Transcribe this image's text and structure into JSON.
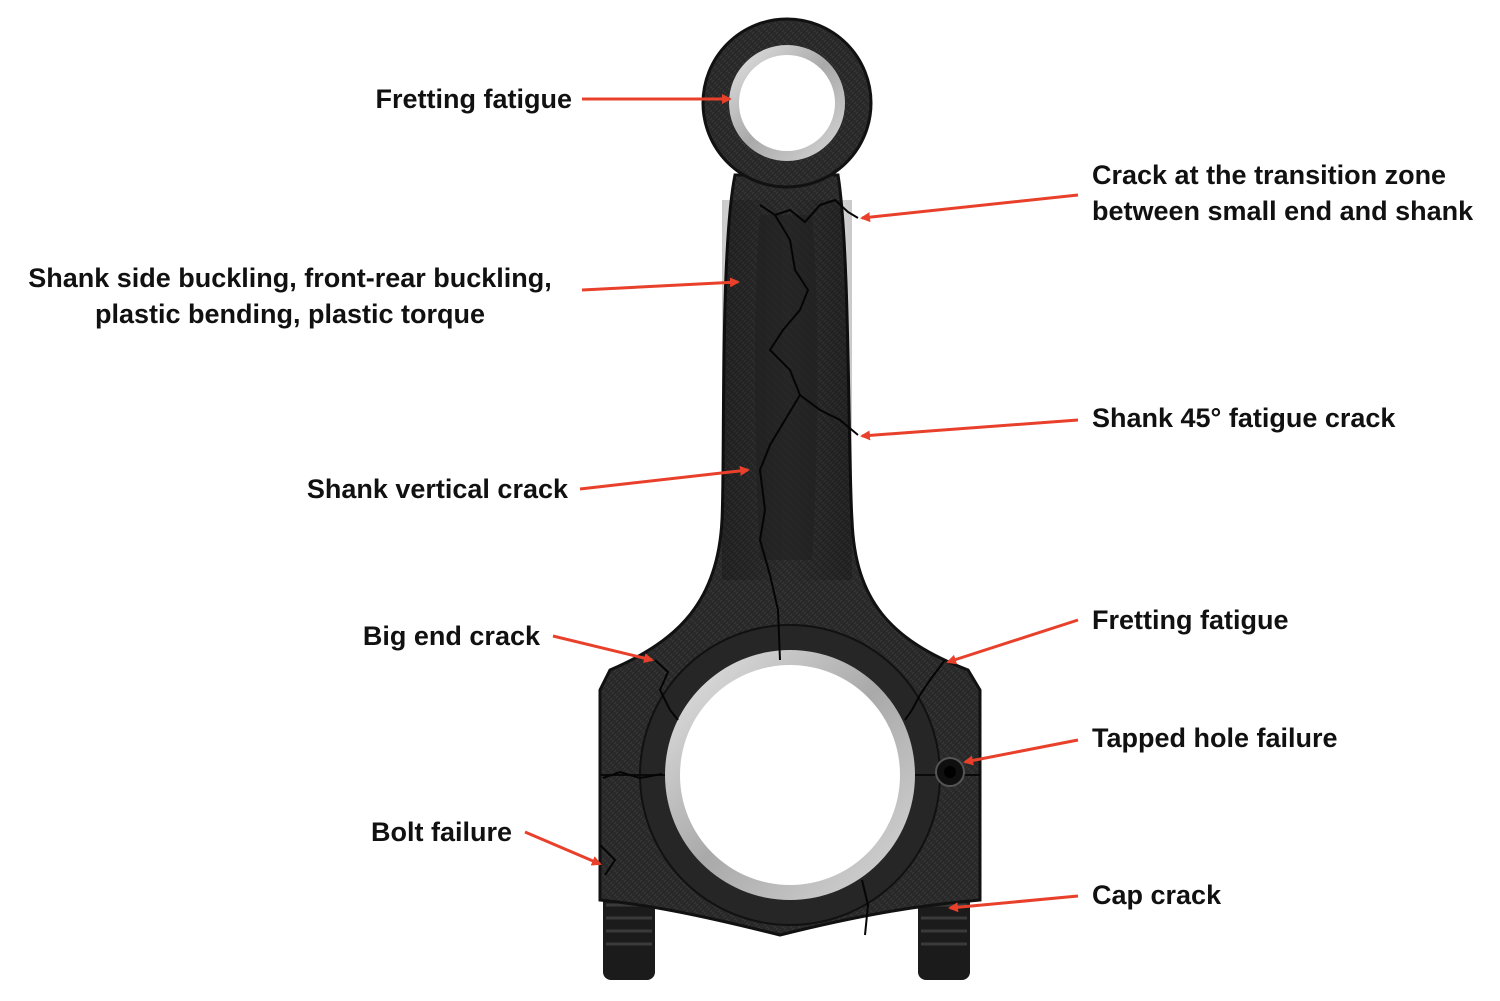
{
  "labels": {
    "fretting_fatigue_small_end": "Fretting fatigue",
    "transition_crack_line1": "Crack at the transition zone",
    "transition_crack_line2": "between small end and shank",
    "shank_buckling_line1": "Shank side buckling, front-rear buckling,",
    "shank_buckling_line2": "plastic bending, plastic torque",
    "shank_45_crack": "Shank 45° fatigue crack",
    "shank_vertical_crack": "Shank vertical crack",
    "big_end_crack": "Big end crack",
    "fretting_fatigue_big_end": "Fretting fatigue",
    "tapped_hole_failure": "Tapped hole failure",
    "bolt_failure": "Bolt failure",
    "cap_crack": "Cap crack"
  },
  "colors": {
    "arrow": "#e8402a",
    "rod": "#2b2b2b",
    "rod_dark": "#151515",
    "crack": "#0a0a0a",
    "bearing": "#bfbfbf",
    "text": "#111111",
    "background": "#ffffff"
  }
}
